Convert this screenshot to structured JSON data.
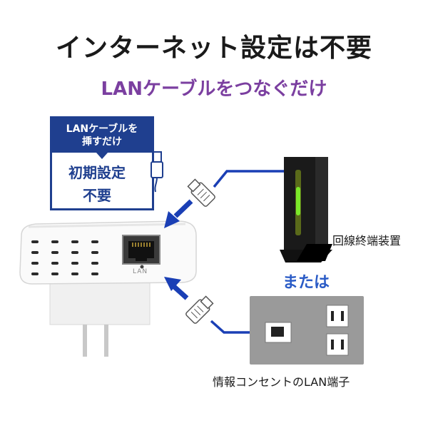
{
  "title": "インターネット設定は不要",
  "subtitle": "LANケーブルをつなぐだけ",
  "badge": {
    "head_line1": "LANケーブルを",
    "head_line2": "挿すだけ",
    "body_line1": "初期設定",
    "body_line2": "不要"
  },
  "labels": {
    "onu": "回線終端装置",
    "or": "または",
    "outlet": "情報コンセントのLAN端子",
    "lan_port": "LAN"
  },
  "colors": {
    "navy": "#1f3f8f",
    "purple": "#7b3fa0",
    "blue": "#2a5bc6",
    "cable": "#1a3fb5",
    "onu_led": "#7be82a"
  }
}
